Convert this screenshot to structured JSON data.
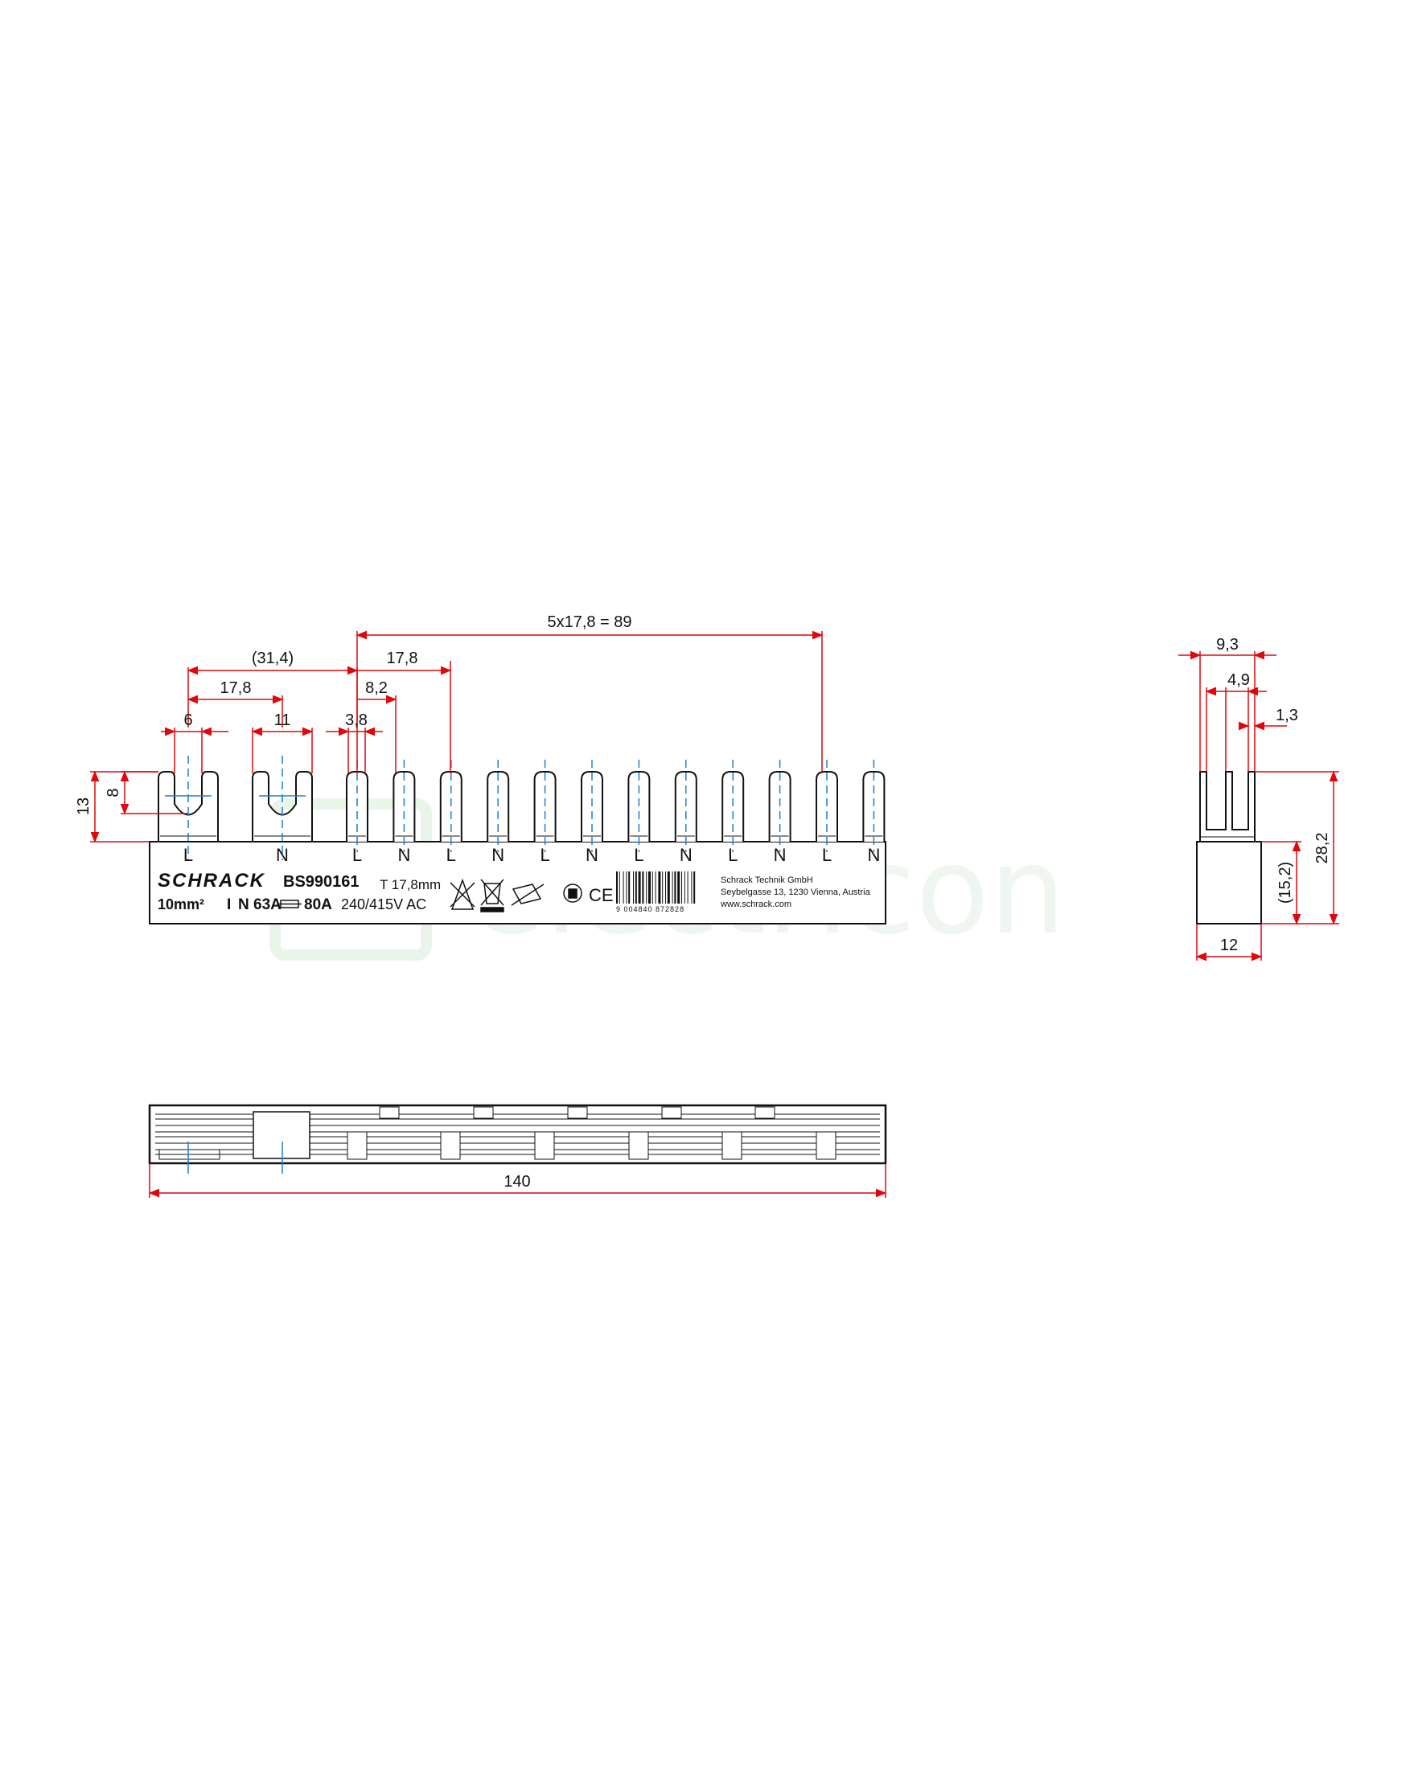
{
  "watermark": "electricon",
  "front_view": {
    "dimensions": {
      "span": "5x17,8 = 89",
      "offset": "(31,4)",
      "pitch_top": "17,8",
      "pitch_left": "17,8",
      "offset_small": "8,2",
      "fork_width": "6",
      "fork_outer": "11",
      "pin_width": "3,8",
      "height_total": "13",
      "slot_depth": "8"
    },
    "pin_labels": [
      "L",
      "N",
      "L",
      "N",
      "L",
      "N",
      "L",
      "N",
      "L",
      "N",
      "L",
      "N",
      "L",
      "N"
    ],
    "label": {
      "brand": "SCHRACK",
      "part_number": "BS990161",
      "pitch_text": "T 17,8mm",
      "cross_section": "10mm²",
      "current_prefix": "I",
      "current_rating": "N 63A",
      "current_max": "80A",
      "voltage": "240/415V AC",
      "ce_mark": "CE",
      "barcode_number": "9 004840 872828",
      "company": "Schrack Technik GmbH",
      "address": "Seybelgasse 13, 1230 Vienna, Austria",
      "website": "www.schrack.com"
    },
    "icons": [
      "tool-cross-icon",
      "weee-bin-icon",
      "no-wire-icon",
      "manual-icon"
    ]
  },
  "side_view": {
    "dimensions": {
      "width_top": "9,3",
      "inner": "4,9",
      "thickness": "1,3",
      "height": "28,2",
      "body_height": "(15,2)",
      "body_width": "12"
    }
  },
  "bottom_view": {
    "dimensions": {
      "length": "140"
    }
  },
  "colors": {
    "dimension": "#e1060c",
    "axis": "#1b7fd6",
    "outline": "#111111",
    "watermark": "#e8f4e8"
  }
}
